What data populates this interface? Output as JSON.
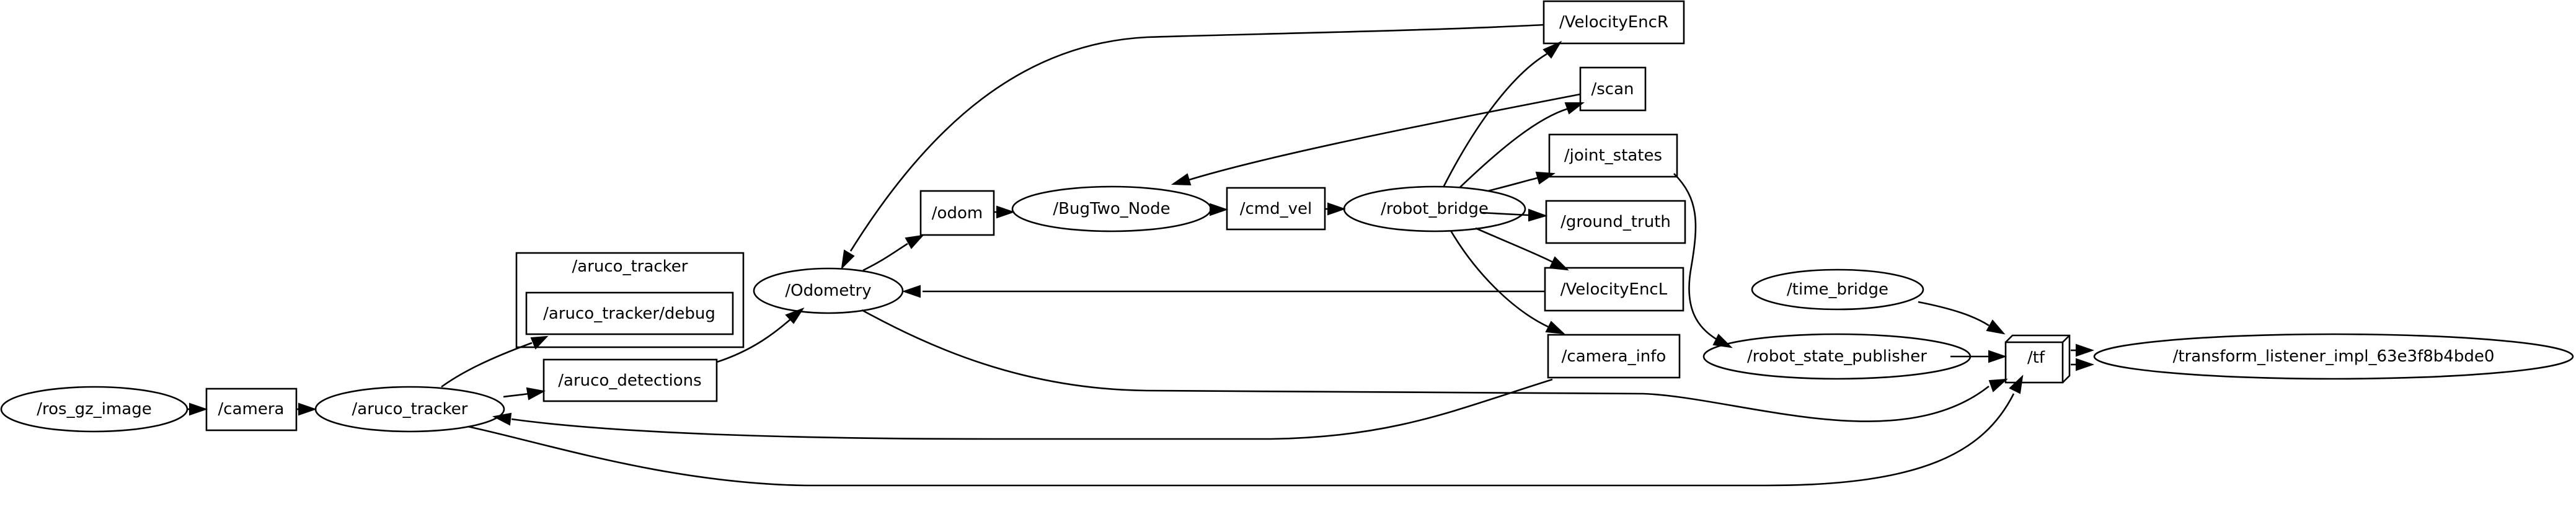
{
  "graph": {
    "nodes": {
      "ros_gz_image": "/ros_gz_image",
      "camera": "/camera",
      "aruco_tracker": "/aruco_tracker",
      "aruco_tracker_group": "/aruco_tracker",
      "aruco_tracker_debug": "/aruco_tracker/debug",
      "aruco_detections": "/aruco_detections",
      "odometry": "/Odometry",
      "odom": "/odom",
      "bugtwo_node": "/BugTwo_Node",
      "cmd_vel": "/cmd_vel",
      "robot_bridge": "/robot_bridge",
      "velocity_enc_r": "/VelocityEncR",
      "scan": "/scan",
      "joint_states": "/joint_states",
      "ground_truth": "/ground_truth",
      "velocity_enc_l": "/VelocityEncL",
      "camera_info": "/camera_info",
      "time_bridge": "/time_bridge",
      "robot_state_publisher": "/robot_state_publisher",
      "tf": "/tf",
      "transform_listener": "/transform_listener_impl_63e3f8b4bde0"
    },
    "edges": [
      {
        "from": "ros_gz_image",
        "to": "camera"
      },
      {
        "from": "camera",
        "to": "aruco_tracker"
      },
      {
        "from": "aruco_tracker",
        "to": "aruco_tracker_debug"
      },
      {
        "from": "aruco_tracker",
        "to": "aruco_detections"
      },
      {
        "from": "aruco_tracker",
        "to": "tf"
      },
      {
        "from": "aruco_detections",
        "to": "odometry"
      },
      {
        "from": "odometry",
        "to": "odom"
      },
      {
        "from": "odometry",
        "to": "tf"
      },
      {
        "from": "odom",
        "to": "bugtwo_node"
      },
      {
        "from": "bugtwo_node",
        "to": "cmd_vel"
      },
      {
        "from": "cmd_vel",
        "to": "robot_bridge"
      },
      {
        "from": "scan",
        "to": "bugtwo_node"
      },
      {
        "from": "velocity_enc_r",
        "to": "odometry"
      },
      {
        "from": "velocity_enc_l",
        "to": "odometry"
      },
      {
        "from": "robot_bridge",
        "to": "velocity_enc_r"
      },
      {
        "from": "robot_bridge",
        "to": "scan"
      },
      {
        "from": "robot_bridge",
        "to": "joint_states"
      },
      {
        "from": "robot_bridge",
        "to": "ground_truth"
      },
      {
        "from": "robot_bridge",
        "to": "velocity_enc_l"
      },
      {
        "from": "robot_bridge",
        "to": "camera_info"
      },
      {
        "from": "camera_info",
        "to": "aruco_tracker"
      },
      {
        "from": "joint_states",
        "to": "robot_state_publisher"
      },
      {
        "from": "robot_state_publisher",
        "to": "tf"
      },
      {
        "from": "time_bridge",
        "to": "tf"
      },
      {
        "from": "tf",
        "to": "transform_listener"
      }
    ]
  }
}
